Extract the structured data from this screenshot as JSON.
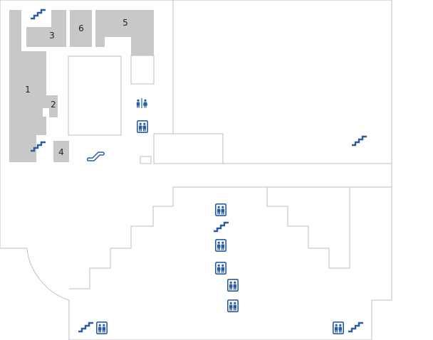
{
  "map": {
    "colors": {
      "wall": "#bdbdbd",
      "room_block": "#c8c8c8",
      "icon_blue": "#2a5d9f",
      "label": "#222222",
      "background": "#ffffff"
    },
    "rooms": [
      {
        "id": "room-1",
        "label": "1"
      },
      {
        "id": "room-2",
        "label": "2"
      },
      {
        "id": "room-3",
        "label": "3"
      },
      {
        "id": "room-4",
        "label": "4"
      },
      {
        "id": "room-5",
        "label": "5"
      },
      {
        "id": "room-6",
        "label": "6"
      }
    ],
    "icons": {
      "stairs": "stairs-icon",
      "elevator": "elevator-icon",
      "escalator": "escalator-icon",
      "restroom": "restroom-icon"
    }
  }
}
